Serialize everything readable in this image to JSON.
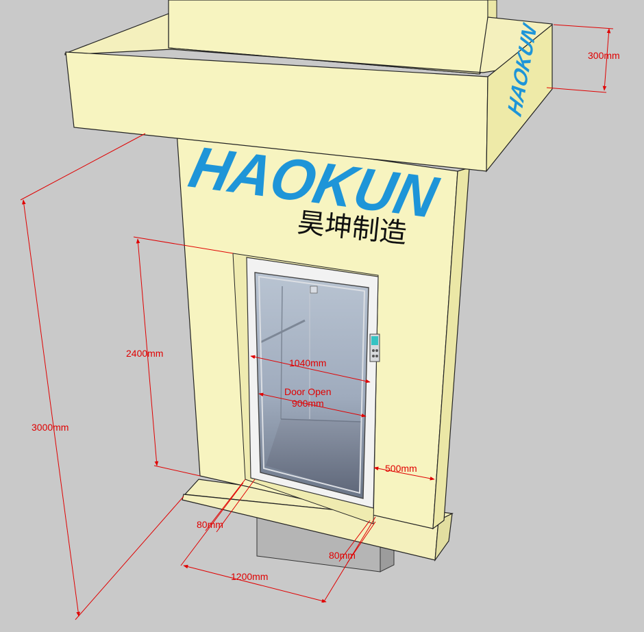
{
  "brand": {
    "logo_text": "HAOKUN",
    "chinese_text": "昊坤制造",
    "side_logo_text": "HAOKUN"
  },
  "dimensions": {
    "canopy_height": "300mm",
    "total_height": "3000mm",
    "door_height": "2400mm",
    "door_width": "1040mm",
    "door_open_label": "Door Open",
    "door_open_width": "900mm",
    "side_depth": "500mm",
    "frame_left": "80mm",
    "frame_right": "80mm",
    "base_width": "1200mm"
  },
  "colors": {
    "wall": "#f7f4c0",
    "wall_shade": "#eeeaa8",
    "outline": "#222222",
    "dimension": "#e00000",
    "logo": "#1e95d8",
    "ground": "#c9c9c9",
    "glass": "#a9b4c4"
  }
}
